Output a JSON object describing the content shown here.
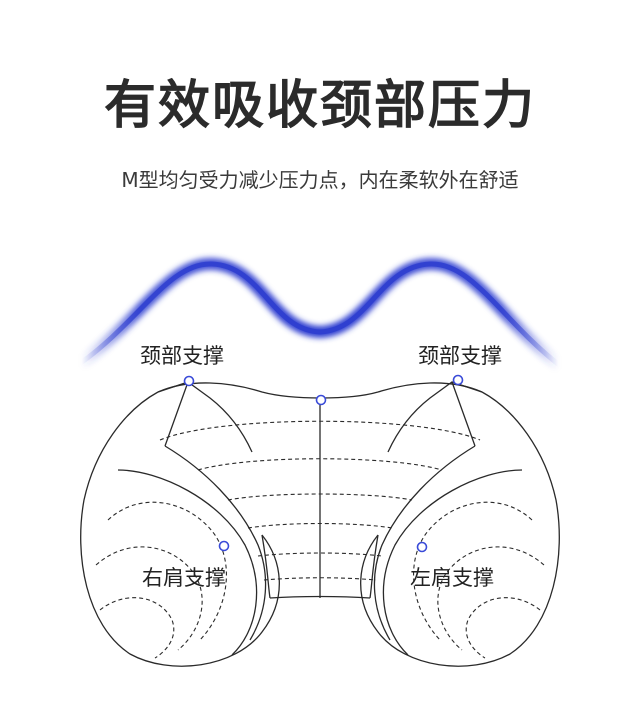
{
  "headline": "有效吸收颈部压力",
  "subtitle": "M型均匀受力减少压力点，内在柔软外在舒适",
  "labels": {
    "neck_support_left": "颈部支撑",
    "neck_support_right": "颈部支撑",
    "right_shoulder_support": "右肩支撑",
    "left_shoulder_support": "左肩支撑"
  },
  "colors": {
    "wave": "#2f3fd0",
    "outline": "#2a2a2a",
    "marker": "#3a4bd8"
  }
}
